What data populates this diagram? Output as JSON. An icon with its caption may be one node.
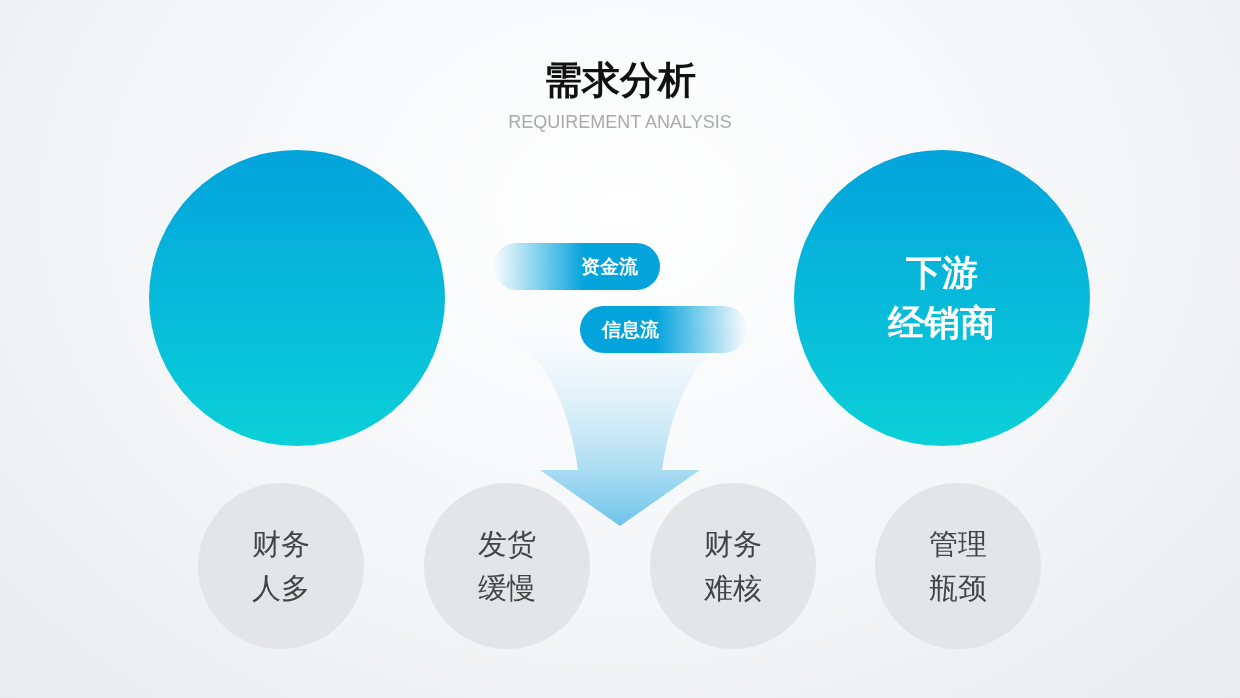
{
  "diagram": {
    "title": "需求分析",
    "nodes": [
      {
        "text": [],
        "shape": "circle"
      },
      {
        "text": [
          "下游经销商"
        ]
      },
      {
        "text": [
          "资金流"
        ]
      },
      {
        "text": [
          "信息流"
        ]
      },
      {
        "text": [
          "财务人多"
        ]
      },
      {
        "text": [
          "发货缓慢"
        ]
      },
      {
        "text": [
          "财务难核"
        ]
      },
      {
        "text": [
          "管理瓶颈"
        ]
      }
    ],
    "labels": [
      "REQUIREMENT ANALYSIS"
    ]
  }
}
